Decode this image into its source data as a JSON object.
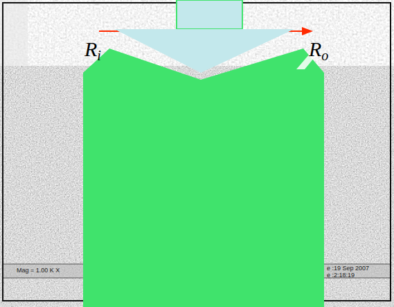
{
  "diagram": {
    "labels": [
      "Ri",
      "Ro",
      "Mag = 1.00 K X",
      "e :19 Sep 2007",
      "e :2:18:19"
    ]
  }
}
